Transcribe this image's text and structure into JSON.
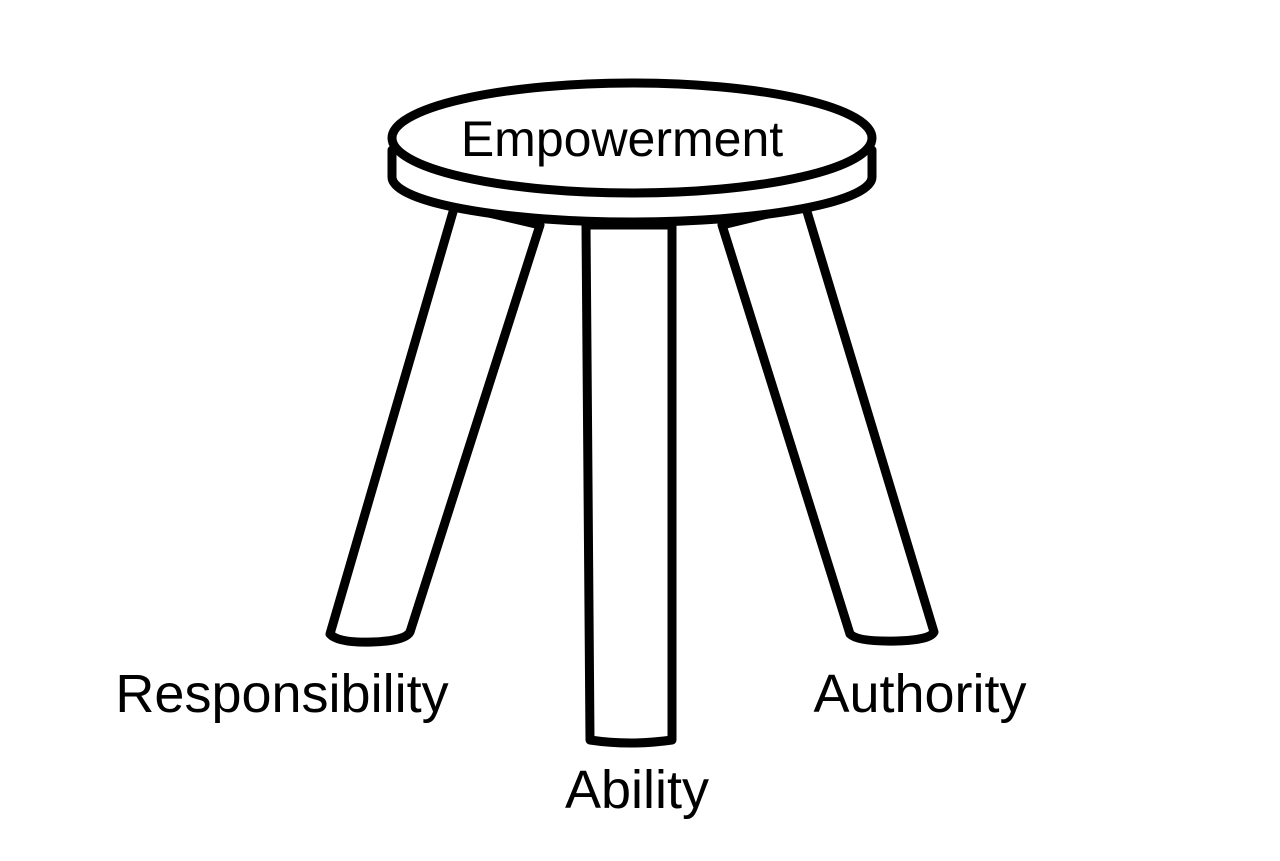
{
  "seat": {
    "label": "Empowerment"
  },
  "legs": {
    "left": {
      "label": "Responsibility"
    },
    "center": {
      "label": "Ability"
    },
    "right": {
      "label": "Authority"
    }
  },
  "colors": {
    "stroke": "#000000",
    "fill": "#ffffff"
  }
}
